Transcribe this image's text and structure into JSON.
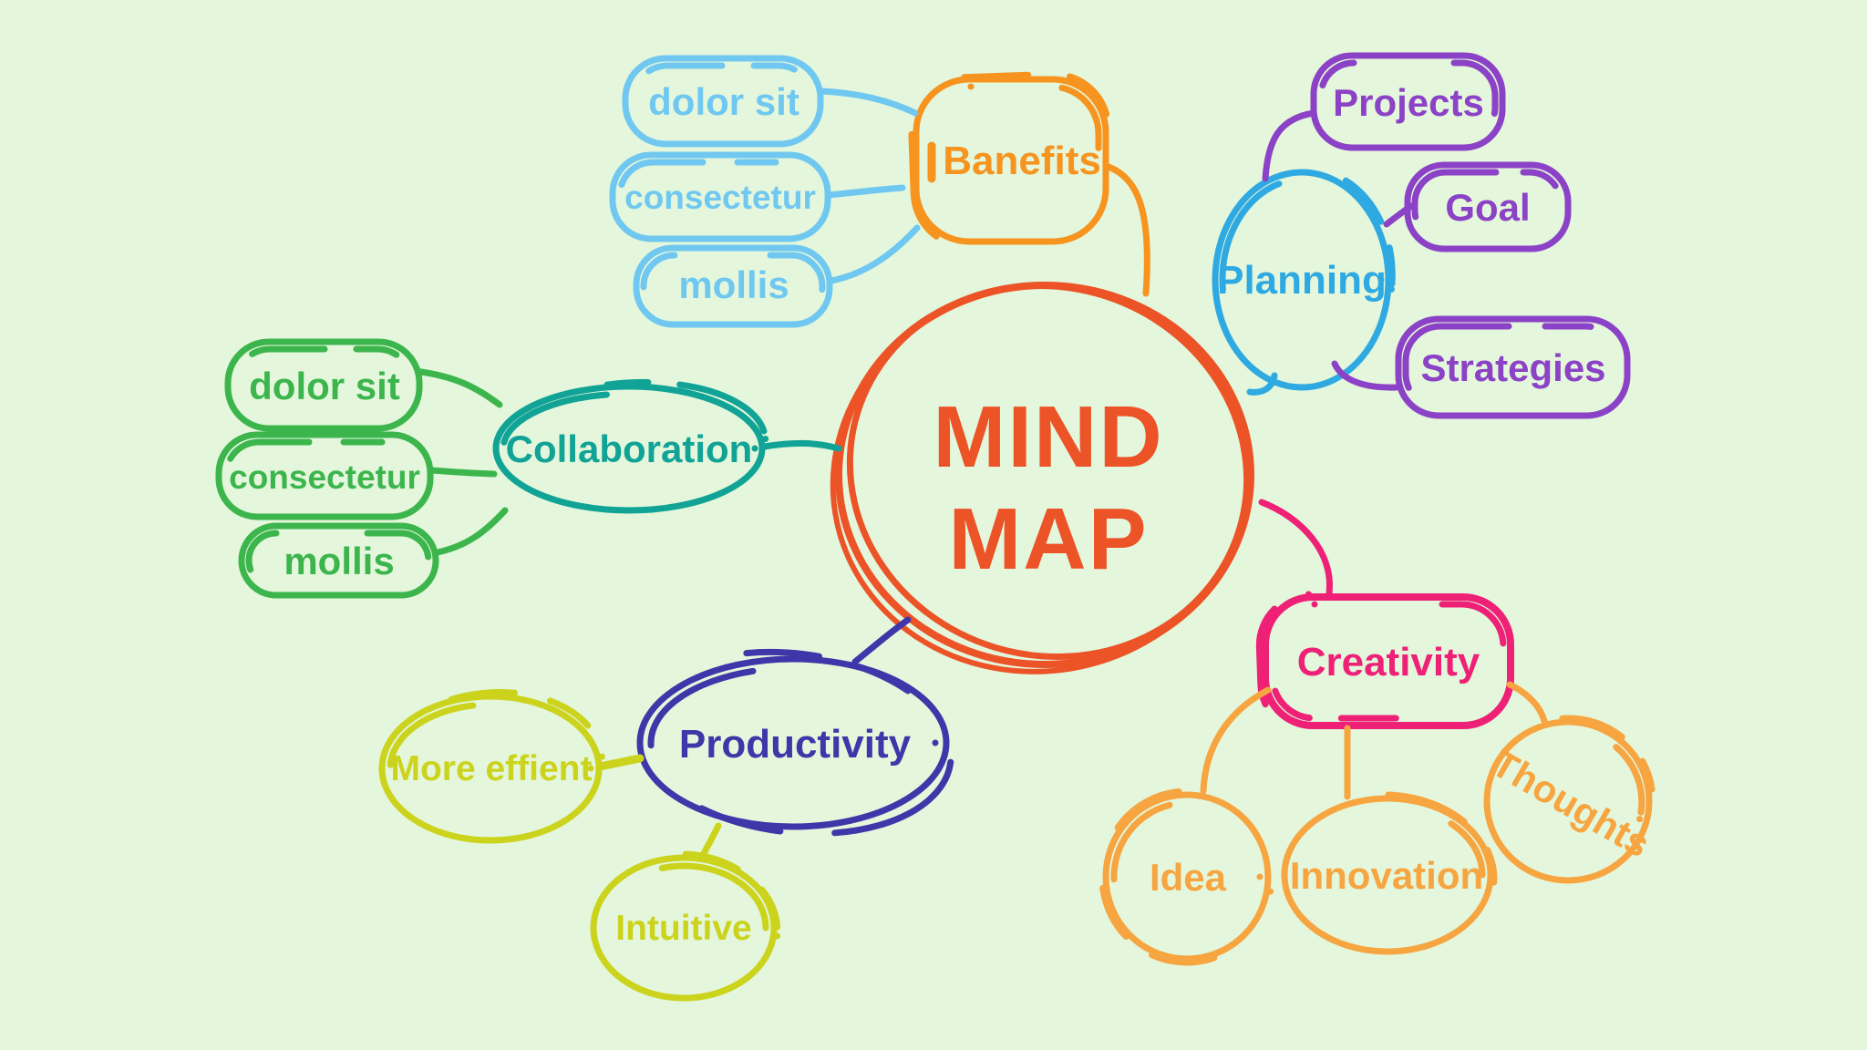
{
  "background_color": "#e4f7dc",
  "center": {
    "title_line1": "MIND",
    "title_line2": "MAP",
    "color": "#ec5327"
  },
  "branches": [
    {
      "label": "Banefits",
      "color": "#f6941f",
      "child_color": "#70c8f1",
      "children": [
        "dolor sit",
        "consectetur",
        "mollis"
      ]
    },
    {
      "label": "Planning",
      "color": "#2fa9e1",
      "child_color": "#8c42c6",
      "children": [
        "Projects",
        "Goal",
        "Strategies"
      ]
    },
    {
      "label": "Collaboration",
      "color": "#10a396",
      "child_color": "#3db54d",
      "children": [
        "dolor sit",
        "consectetur",
        "mollis"
      ]
    },
    {
      "label": "Productivity",
      "color": "#3f37a9",
      "child_color": "#ccd31d",
      "children": [
        "More effient",
        "Intuitive"
      ]
    },
    {
      "label": "Creativity",
      "color": "#ee2177",
      "child_color": "#f6a540",
      "children": [
        "Idea",
        "Innovation",
        "Thoughts"
      ]
    }
  ]
}
